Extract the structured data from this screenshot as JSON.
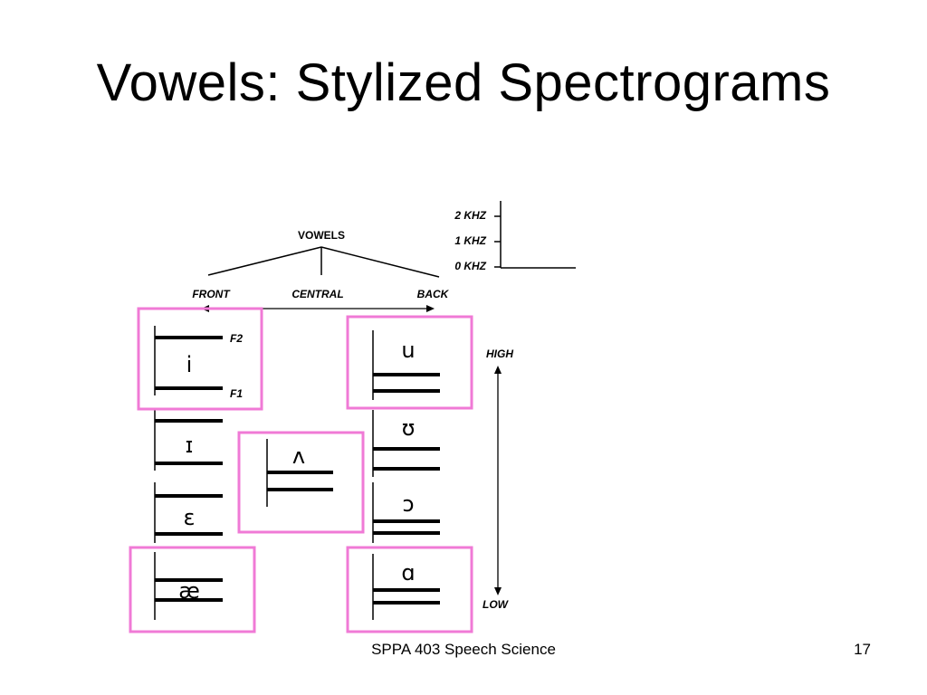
{
  "title": "Vowels: Stylized Spectrograms",
  "footer": "SPPA 403 Speech Science",
  "page_number": "17",
  "highlight_color": "#f07ad6",
  "diagram": {
    "root_label": "VOWELS",
    "branches": [
      "FRONT",
      "CENTRAL",
      "BACK"
    ],
    "scale_labels": [
      "2 KHZ",
      "1 KHZ",
      "0 KHZ"
    ],
    "height_labels": {
      "high": "HIGH",
      "low": "LOW"
    },
    "formant_labels": {
      "f2": "F2",
      "f1": "F1"
    },
    "vowels": {
      "front": [
        "i",
        "ɪ",
        "ɛ",
        "æ"
      ],
      "central": [
        "ʌ"
      ],
      "back": [
        "u",
        "ʊ",
        "ɔ",
        "ɑ"
      ]
    },
    "highlighted_vowels": [
      "i",
      "æ",
      "ʌ",
      "u",
      "ɑ"
    ]
  }
}
